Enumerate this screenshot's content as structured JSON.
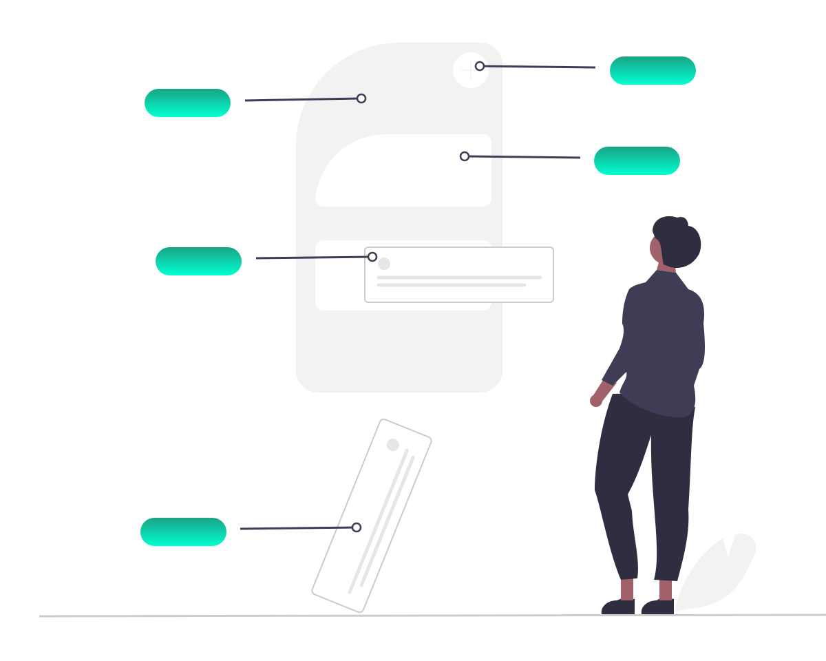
{
  "colors": {
    "background": "#ffffff",
    "phone_body": "#f2f2f2",
    "panel_fill": "#ffffff",
    "card_border": "#cccccc",
    "placeholder_line": "#e6e6e6",
    "connector_line": "#3f3d56",
    "pill_gradient_top": "#1aa386",
    "pill_gradient_bottom": "#00ffd0",
    "ground_line": "#cccccc",
    "person_skin": "#a0616a",
    "person_hair": "#2f2e41",
    "person_top": "#3f3d56",
    "person_pants": "#2f2e41",
    "person_shoes": "#2f2e41",
    "leaf": "#f2f2f2"
  },
  "icons": {
    "add": "plus-icon"
  },
  "annotations": [
    {
      "side": "left",
      "target": "phone-header"
    },
    {
      "side": "right",
      "target": "add-button"
    },
    {
      "side": "right",
      "target": "hero-panel"
    },
    {
      "side": "left",
      "target": "floating-card"
    },
    {
      "side": "left",
      "target": "leaning-card"
    }
  ]
}
